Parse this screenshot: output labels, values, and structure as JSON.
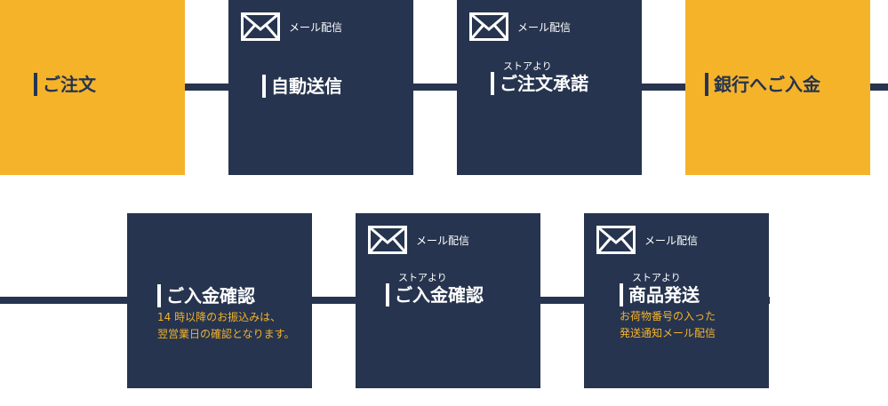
{
  "colors": {
    "navy": "#26344f",
    "yellow": "#f5b32a",
    "white": "#ffffff",
    "background": "#ffffff"
  },
  "steps": [
    {
      "title": "ご注文",
      "style": "yellow",
      "icon": null,
      "ruby": "",
      "note": []
    },
    {
      "title": "自動送信",
      "style": "dark",
      "icon": "envelope-icon",
      "mail_label": "メール配信",
      "ruby": "",
      "note": []
    },
    {
      "title": "ご注文承諾",
      "style": "dark",
      "icon": "envelope-icon",
      "mail_label": "メール配信",
      "ruby": "ストアより",
      "note": []
    },
    {
      "title": "銀行へご入金",
      "style": "yellow",
      "icon": null,
      "ruby": "",
      "note": []
    },
    {
      "title": "ご入金確認",
      "style": "dark",
      "icon": null,
      "ruby": "",
      "note": [
        "14 時以降のお振込みは、",
        "翌営業日の確認となります。"
      ]
    },
    {
      "title": "ご入金確認",
      "style": "dark",
      "icon": "envelope-icon",
      "mail_label": "メール配信",
      "ruby": "ストアより",
      "note": []
    },
    {
      "title": "商品発送",
      "style": "dark",
      "icon": "envelope-icon",
      "mail_label": "メール配信",
      "ruby": "ストアより",
      "note": [
        "お荷物番号の入った",
        "発送通知メール配信"
      ]
    }
  ]
}
